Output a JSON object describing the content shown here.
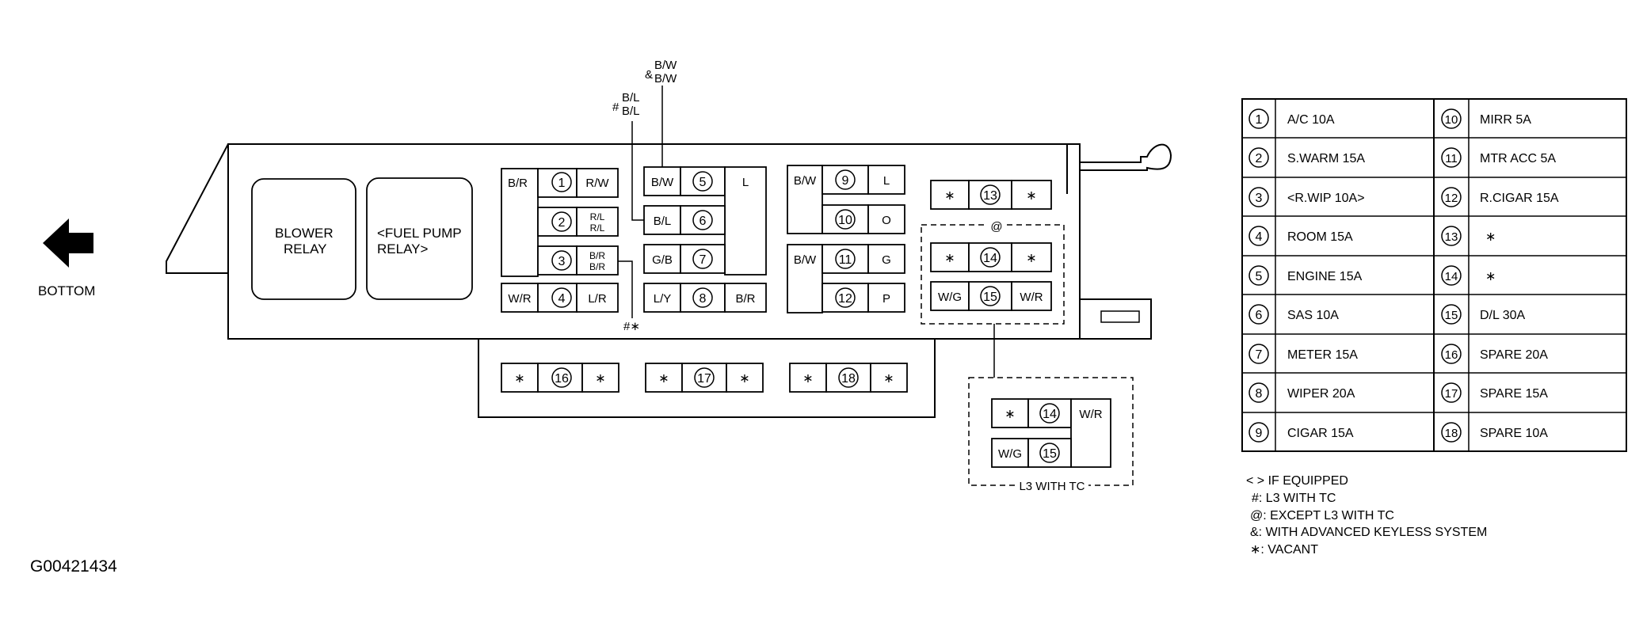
{
  "diagram": {
    "bottom_label": "BOTTOM",
    "figure_id": "G00421434",
    "relays": [
      {
        "line1": "BLOWER",
        "line2": "RELAY"
      },
      {
        "line1": "<FUEL PUMP",
        "line2": "RELAY>"
      }
    ],
    "callouts": {
      "bw_amp": "&",
      "bw_top": "B/W",
      "bw_bottom": "B/W",
      "bl_hash": "#",
      "bl_top": "B/L",
      "bl_bottom": "B/L",
      "hash_star": "#∗",
      "at_sign": "@",
      "l3_label": "L3 WITH TC"
    },
    "fuses": [
      {
        "no": "1",
        "left": "B/R",
        "right": "R/W"
      },
      {
        "no": "2",
        "right_top": "R/L",
        "right_bottom": "R/L"
      },
      {
        "no": "3",
        "right_top": "B/R",
        "right_bottom": "B/R"
      },
      {
        "no": "4",
        "left": "W/R",
        "right": "L/R"
      },
      {
        "no": "5",
        "left": "B/W",
        "right": "L"
      },
      {
        "no": "6",
        "left": "B/L"
      },
      {
        "no": "7",
        "left": "G/B"
      },
      {
        "no": "8",
        "left": "L/Y",
        "right": "B/R"
      },
      {
        "no": "9",
        "left": "B/W",
        "right": "L"
      },
      {
        "no": "10",
        "right": "O"
      },
      {
        "no": "11",
        "left": "B/W",
        "right": "G"
      },
      {
        "no": "12",
        "right": "P"
      },
      {
        "no": "13",
        "left": "∗",
        "right": "∗"
      },
      {
        "no": "14",
        "left": "∗",
        "right": "∗"
      },
      {
        "no": "15",
        "left": "W/G",
        "right": "W/R"
      },
      {
        "no": "16",
        "left": "∗",
        "right": "∗"
      },
      {
        "no": "17",
        "left": "∗",
        "right": "∗"
      },
      {
        "no": "18",
        "left": "∗",
        "right": "∗"
      }
    ],
    "l3_fuses": [
      {
        "no": "14",
        "left": "∗",
        "right": "W/R"
      },
      {
        "no": "15",
        "left": "W/G"
      }
    ]
  },
  "fuse_table": [
    {
      "no": "1",
      "name": "A/C 10A"
    },
    {
      "no": "2",
      "name": "S.WARM 15A"
    },
    {
      "no": "3",
      "name": "<R.WIP 10A>"
    },
    {
      "no": "4",
      "name": "ROOM 15A"
    },
    {
      "no": "5",
      "name": "ENGINE 15A"
    },
    {
      "no": "6",
      "name": "SAS 10A"
    },
    {
      "no": "7",
      "name": "METER 15A"
    },
    {
      "no": "8",
      "name": "WIPER 20A"
    },
    {
      "no": "9",
      "name": "CIGAR 15A"
    },
    {
      "no": "10",
      "name": "MIRR 5A"
    },
    {
      "no": "11",
      "name": "MTR ACC 5A"
    },
    {
      "no": "12",
      "name": "R.CIGAR 15A"
    },
    {
      "no": "13",
      "name": "∗"
    },
    {
      "no": "14",
      "name": "∗"
    },
    {
      "no": "15",
      "name": "D/L 30A"
    },
    {
      "no": "16",
      "name": "SPARE 20A"
    },
    {
      "no": "17",
      "name": "SPARE 15A"
    },
    {
      "no": "18",
      "name": "SPARE 10A"
    }
  ],
  "legend": [
    "< > IF EQUIPPED",
    "#: L3 WITH TC",
    "@: EXCEPT L3 WITH TC",
    "&: WITH ADVANCED KEYLESS SYSTEM",
    "∗: VACANT"
  ]
}
